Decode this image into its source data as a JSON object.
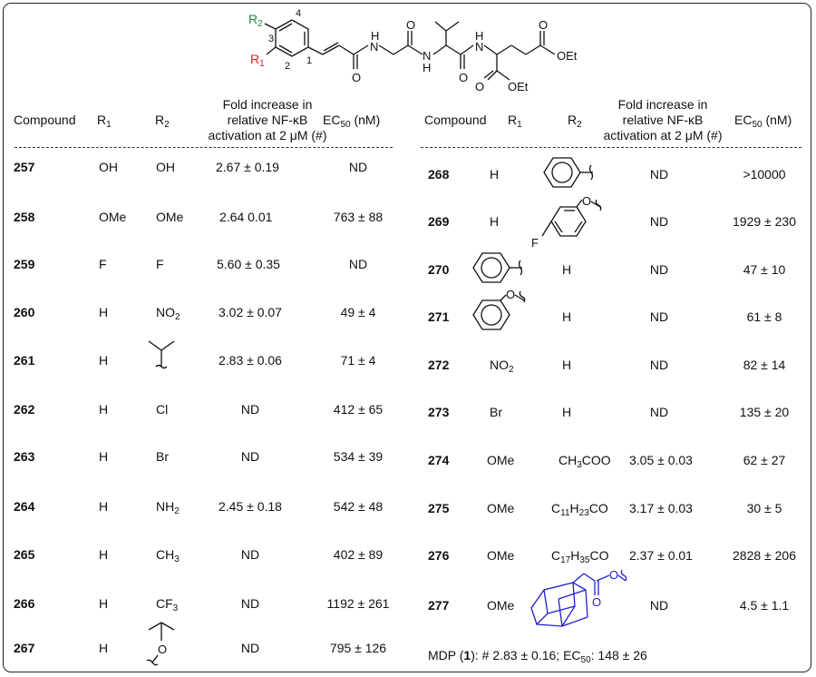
{
  "scaffold": {
    "r2_label": "R",
    "r2_sub": "2",
    "r1_label": "R",
    "r1_sub": "1",
    "pos4": "4",
    "pos3": "3",
    "pos2": "2",
    "pos1": "1",
    "atoms": [
      "O",
      "H",
      "N",
      "O",
      "N",
      "H",
      "O",
      "H",
      "N",
      "O",
      "OEt",
      "O",
      "OEt"
    ],
    "r1_color": "#e02020",
    "r2_color": "#1f8a3a"
  },
  "headers": {
    "left": {
      "compound": "Compound",
      "r1": "R",
      "r1_sub": "1",
      "r2": "R",
      "r2_sub": "2",
      "fold_line1": "Fold increase in",
      "fold_line2": "relative NF-κB",
      "fold_line3": "activation at 2 μM (#)",
      "ec50": "EC",
      "ec50_sub": "50",
      "ec50_unit": " (nM)"
    },
    "right": {
      "compound": "Compound",
      "r1": "R",
      "r1_sub": "1",
      "r2": "R",
      "r2_sub": "2",
      "fold_line1": "Fold increase in",
      "fold_line2": "relative NF-κB",
      "fold_line3": "activation at 2 μM (#)",
      "ec50": "EC",
      "ec50_sub": "50",
      "ec50_unit": " (nM)"
    }
  },
  "left_rows": [
    {
      "compound": "257",
      "r1": "OH",
      "r2": "OH",
      "fold": "2.67  ± 0.19",
      "ec50": "ND"
    },
    {
      "compound": "258",
      "r1": "OMe",
      "r2": "OMe",
      "fold": "2.64  0.01",
      "ec50": "763 ± 88"
    },
    {
      "compound": "259",
      "r1": "F",
      "r2": "F",
      "fold": "5.60 ±  0.35",
      "ec50": "ND"
    },
    {
      "compound": "260",
      "r1": "H",
      "r2": "NO",
      "r2_sub": "2",
      "fold": "3.02 ± 0.07",
      "ec50": "49 ± 4"
    },
    {
      "compound": "261",
      "r1": "H",
      "r2": "",
      "r2_struct": "isopropyl",
      "fold": "2.83 ± 0.06",
      "ec50": "71 ± 4"
    },
    {
      "compound": "262",
      "r1": "H",
      "r2": "Cl",
      "fold": "ND",
      "ec50": "412 ± 65"
    },
    {
      "compound": "263",
      "r1": "H",
      "r2": "Br",
      "fold": "ND",
      "ec50": "534 ± 39"
    },
    {
      "compound": "264",
      "r1": "H",
      "r2": "NH",
      "r2_sub": "2",
      "fold": "2.45 ± 0.18",
      "ec50": "542 ± 48"
    },
    {
      "compound": "265",
      "r1": "H",
      "r2": "CH",
      "r2_sub": "3",
      "fold": "ND",
      "ec50": "402 ± 89"
    },
    {
      "compound": "266",
      "r1": "H",
      "r2": "CF",
      "r2_sub": "3",
      "fold": "ND",
      "ec50": "1192 ± 261"
    },
    {
      "compound": "267",
      "r1": "H",
      "r2": "",
      "r2_struct": "isopropoxy",
      "r2_atom": "O",
      "fold": "ND",
      "ec50": "795 ± 126"
    }
  ],
  "right_rows": [
    {
      "compound": "268",
      "r1": "H",
      "r2": "",
      "r2_struct": "phenyl",
      "fold": "ND",
      "ec50": ">10000"
    },
    {
      "compound": "269",
      "r1": "H",
      "r2": "",
      "r2_struct": "4-fluorophenoxy",
      "r2_atoms": [
        "O",
        "F"
      ],
      "fold": "ND",
      "ec50": "1929 ± 230"
    },
    {
      "compound": "270",
      "r1": "",
      "r1_struct": "phenyl",
      "r2": "H",
      "fold": "ND",
      "ec50": "47 ± 10"
    },
    {
      "compound": "271",
      "r1": "",
      "r1_struct": "phenoxy",
      "r1_atom": "O",
      "r2": "H",
      "fold": "ND",
      "ec50": "61 ± 8"
    },
    {
      "compound": "272",
      "r1": "NO",
      "r1_sub": "2",
      "r2": "H",
      "fold": "ND",
      "ec50": "82 ± 14"
    },
    {
      "compound": "273",
      "r1": "Br",
      "r2": "H",
      "fold": "ND",
      "ec50": "135 ± 20"
    },
    {
      "compound": "274",
      "r1": "OMe",
      "r2": "CH",
      "r2_sub": "3",
      "r2_tail": "COO",
      "fold": "3.05 ± 0.03",
      "ec50": "62 ± 27"
    },
    {
      "compound": "275",
      "r1": "OMe",
      "r2": "C",
      "r2_sub": "11",
      "r2_mid": "H",
      "r2_sub2": "23",
      "r2_tail": "CO",
      "fold": "3.17 ± 0.03",
      "ec50": "30 ± 5"
    },
    {
      "compound": "276",
      "r1": "OMe",
      "r2": "C",
      "r2_sub": "17",
      "r2_mid": "H",
      "r2_sub2": "35",
      "r2_tail": "CO",
      "fold": "2.37 ± 0.01",
      "ec50": "2828 ± 206"
    },
    {
      "compound": "277",
      "r1": "OMe",
      "r2": "",
      "r2_struct": "adamantylacetyl-oxy",
      "r2_atoms": [
        "O",
        "O"
      ],
      "fold": "ND",
      "ec50": "4.5 ± 1.1"
    }
  ],
  "footnote": {
    "pre": "MDP (",
    "num": "1",
    "mid": "): # 2.83 ± 0.16; EC",
    "sub": "50",
    "post": ": 148 ± 26"
  },
  "colors": {
    "adamantyl": "#1f1fd0",
    "border": "#222222"
  }
}
